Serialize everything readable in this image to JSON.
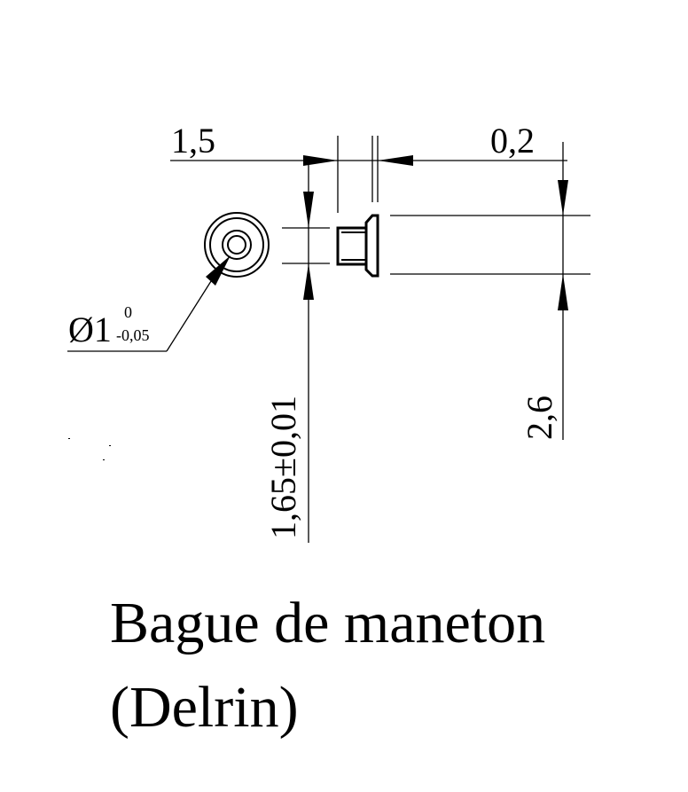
{
  "part": {
    "title_line1": "Bague de maneton",
    "title_line2": "(Delrin)"
  },
  "dimensions": {
    "flange_width": "1,5",
    "gap": "0,2",
    "diameter_symbol": "Ø1",
    "diameter_upper_tol": "0",
    "diameter_lower_tol": "-0,05",
    "inner_diameter": "1,65±0,01",
    "outer_diameter": "2,6"
  },
  "colors": {
    "ink": "#000000",
    "paper": "#ffffff"
  }
}
